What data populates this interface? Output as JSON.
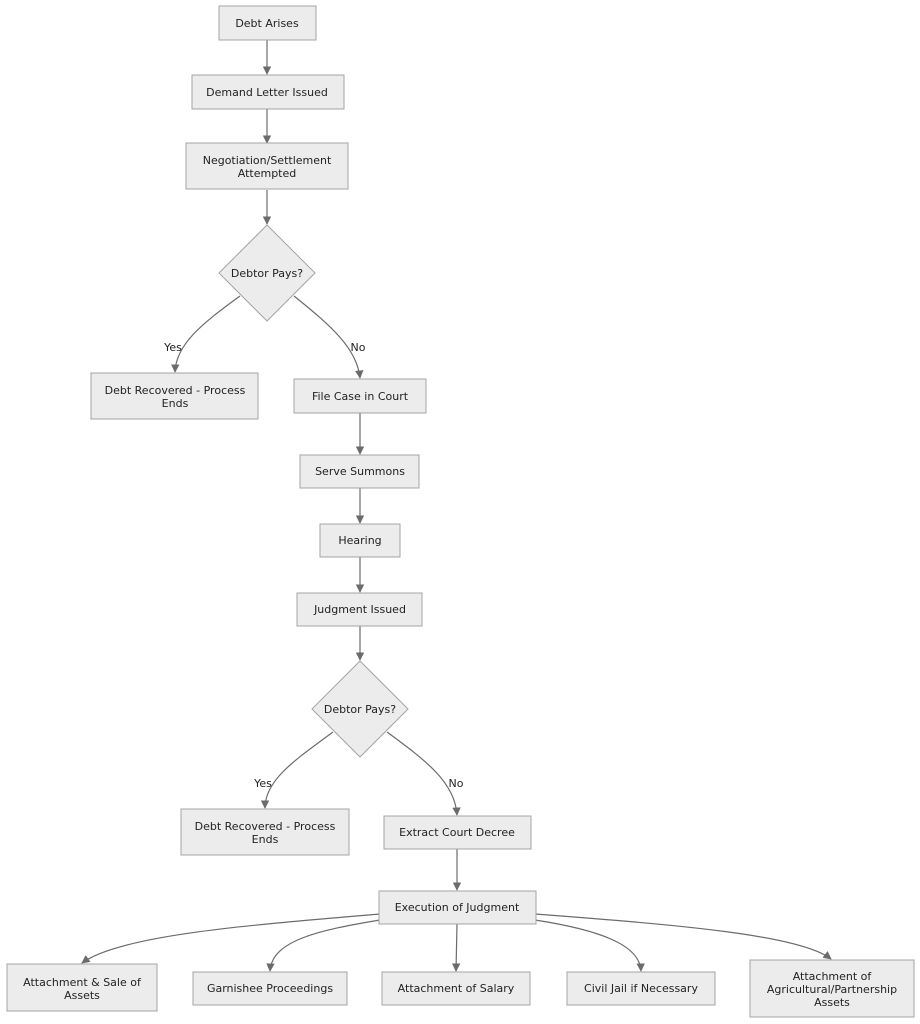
{
  "flowchart": {
    "nodes": {
      "debt_arises": "Debt Arises",
      "demand_letter": "Demand Letter Issued",
      "negotiation": [
        "Negotiation/Settlement",
        "Attempted"
      ],
      "debtor_pays_1": "Debtor Pays?",
      "recovered_1": [
        "Debt Recovered - Process",
        "Ends"
      ],
      "file_case": "File Case in Court",
      "serve_summons": "Serve Summons",
      "hearing": "Hearing",
      "judgment_issued": "Judgment Issued",
      "debtor_pays_2": "Debtor Pays?",
      "recovered_2": [
        "Debt Recovered - Process",
        "Ends"
      ],
      "extract_decree": "Extract Court Decree",
      "execution": "Execution of Judgment",
      "attachment_sale": [
        "Attachment & Sale of",
        "Assets"
      ],
      "garnishee": "Garnishee Proceedings",
      "attachment_salary": "Attachment of Salary",
      "civil_jail": "Civil Jail if Necessary",
      "attachment_agri": [
        "Attachment of",
        "Agricultural/Partnership",
        "Assets"
      ]
    },
    "edge_labels": {
      "yes_1": "Yes",
      "no_1": "No",
      "yes_2": "Yes",
      "no_2": "No"
    }
  }
}
